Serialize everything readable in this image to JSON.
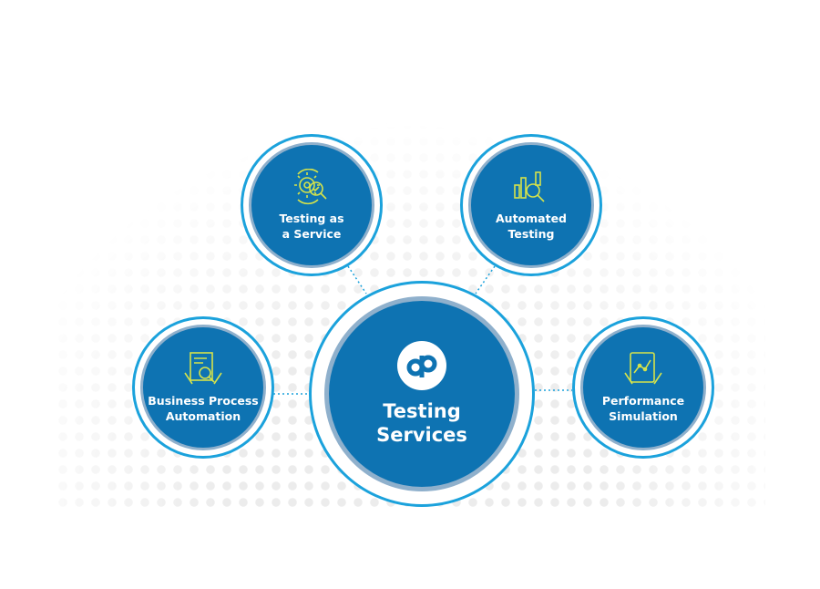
{
  "center": {
    "line1": "Testing",
    "line2": "Services",
    "logo_text": "dp"
  },
  "nodes": [
    {
      "id": "taas",
      "line1": "Testing as",
      "line2": "a Service",
      "icon": "gear-magnifier-check-icon"
    },
    {
      "id": "automated",
      "line1": "Automated",
      "line2": "Testing",
      "icon": "bar-chart-magnifier-icon"
    },
    {
      "id": "bpa",
      "line1": "Business Process",
      "line2": "Automation",
      "icon": "document-magnifier-hand-icon"
    },
    {
      "id": "perf",
      "line1": "Performance",
      "line2": "Simulation",
      "icon": "tablet-graph-hand-icon"
    }
  ],
  "colors": {
    "primary": "#0e73b2",
    "ring": "#1ba2dc",
    "icon": "#d6e34a"
  }
}
